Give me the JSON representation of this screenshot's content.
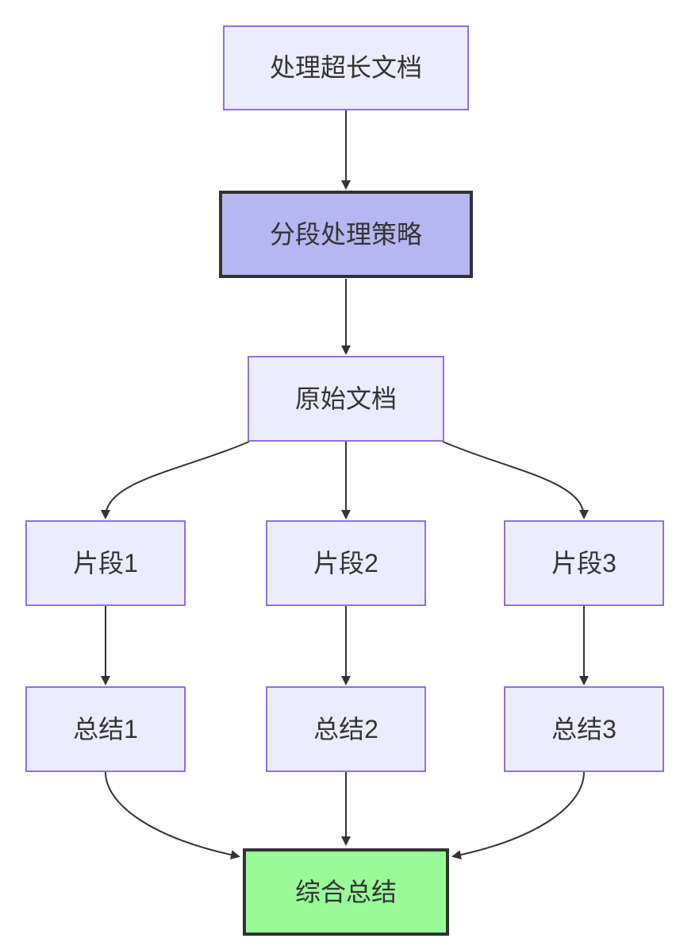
{
  "diagram": {
    "type": "flowchart",
    "direction": "top-down",
    "nodes": {
      "A": {
        "label": "处理超长文档",
        "kind": "default"
      },
      "B": {
        "label": "分段处理策略",
        "kind": "strategy-highlight"
      },
      "C": {
        "label": "原始文档",
        "kind": "default"
      },
      "D": {
        "label": "片段1",
        "kind": "default"
      },
      "E": {
        "label": "片段2",
        "kind": "default"
      },
      "F": {
        "label": "片段3",
        "kind": "default"
      },
      "G": {
        "label": "总结1",
        "kind": "default"
      },
      "H": {
        "label": "总结2",
        "kind": "default"
      },
      "I": {
        "label": "总结3",
        "kind": "default"
      },
      "J": {
        "label": "综合总结",
        "kind": "result-highlight"
      }
    },
    "edges": [
      {
        "from": "A",
        "to": "B"
      },
      {
        "from": "B",
        "to": "C"
      },
      {
        "from": "C",
        "to": "D"
      },
      {
        "from": "C",
        "to": "E"
      },
      {
        "from": "C",
        "to": "F"
      },
      {
        "from": "D",
        "to": "G"
      },
      {
        "from": "E",
        "to": "H"
      },
      {
        "from": "F",
        "to": "I"
      },
      {
        "from": "G",
        "to": "J"
      },
      {
        "from": "H",
        "to": "J"
      },
      {
        "from": "I",
        "to": "J"
      }
    ],
    "colors": {
      "node_fill": "#ECECFF",
      "node_border": "#9370DB",
      "strategy_fill": "#B6B6F2",
      "strategy_border": "#333333",
      "result_fill": "#98FB98",
      "result_border": "#333333",
      "edge_color": "#333333",
      "text_color": "#333333",
      "background": "#FFFFFF"
    }
  }
}
